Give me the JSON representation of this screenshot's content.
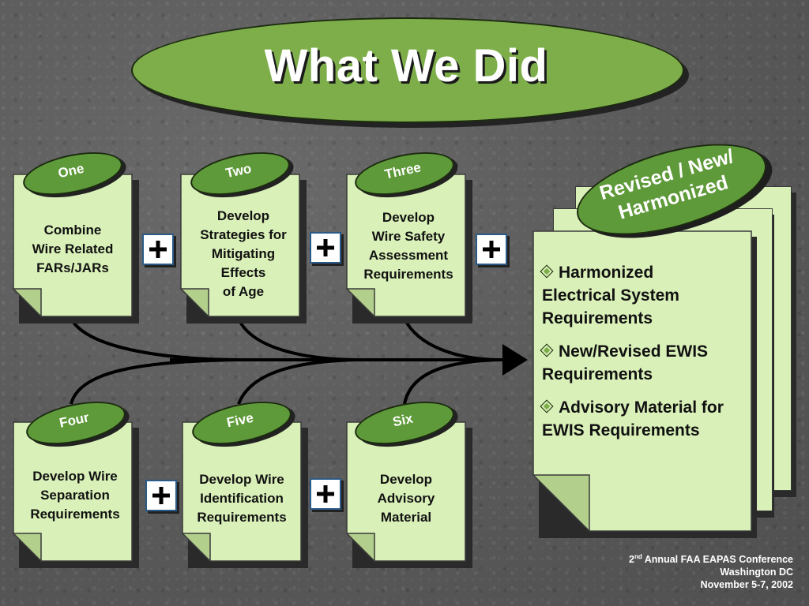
{
  "title": "What We Did",
  "steps": [
    {
      "label": "One",
      "text": [
        "Combine",
        "Wire Related",
        "FARs/JARs"
      ]
    },
    {
      "label": "Two",
      "text": [
        "Develop",
        "Strategies for",
        "Mitigating",
        "Effects",
        "of Age"
      ]
    },
    {
      "label": "Three",
      "text": [
        "Develop",
        "Wire Safety",
        "Assessment",
        "Requirements"
      ]
    },
    {
      "label": "Four",
      "text": [
        "Develop Wire",
        "Separation",
        "Requirements"
      ]
    },
    {
      "label": "Five",
      "text": [
        "Develop Wire",
        "Identification",
        "Requirements"
      ]
    },
    {
      "label": "Six",
      "text": [
        "Develop",
        "Advisory",
        "Material"
      ]
    }
  ],
  "plus_symbol": "+",
  "result": {
    "label_line1": "Revised / New/",
    "label_line2": "Harmonized",
    "bullets": [
      {
        "line1": "Harmonized",
        "line2": "Electrical System",
        "line3": "Requirements"
      },
      {
        "line1": "New/Revised EWIS",
        "line2": "Requirements"
      },
      {
        "line1": "Advisory Material for",
        "line2": "EWIS Requirements"
      }
    ]
  },
  "footer": {
    "line1_num": "2",
    "line1_sup": "nd",
    "line1_rest": " Annual FAA EAPAS Conference",
    "line2": "Washington DC",
    "line3": "November 5-7, 2002"
  },
  "colors": {
    "background": "#5e5e5e",
    "card_fill": "#d9f0b8",
    "label_green": "#5f9a3a",
    "title_green": "#7dae4a",
    "plus_border": "#2b5a86"
  }
}
